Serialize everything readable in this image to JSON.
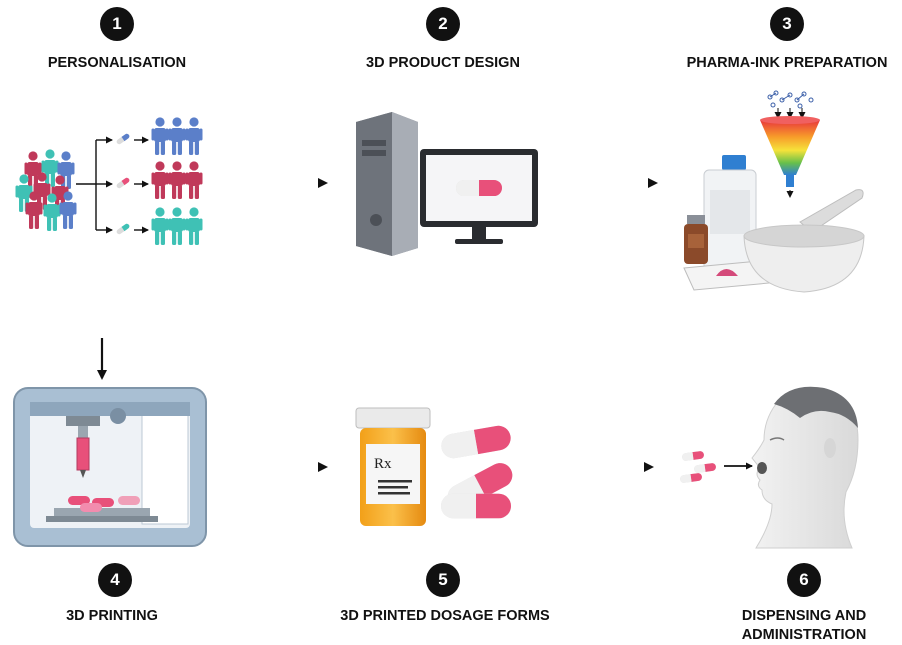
{
  "steps": [
    {
      "number": "1",
      "title": "PERSONALISATION"
    },
    {
      "number": "2",
      "title": "3D PRODUCT DESIGN"
    },
    {
      "number": "3",
      "title": "PHARMA-INK PREPARATION"
    },
    {
      "number": "4",
      "title": "3D PRINTING"
    },
    {
      "number": "5",
      "title": "3D PRINTED DOSAGE FORMS"
    },
    {
      "number": "6",
      "title_line1": "DISPENSING AND",
      "title_line2": "ADMINISTRATION"
    }
  ],
  "prescription_symbol": "Rx",
  "colors": {
    "pink": "#e8507a",
    "blue": "#5b7fc9",
    "teal": "#3fc1b5",
    "crimson": "#c0395a",
    "orange": "#f5a21c",
    "dark": "#111111"
  }
}
